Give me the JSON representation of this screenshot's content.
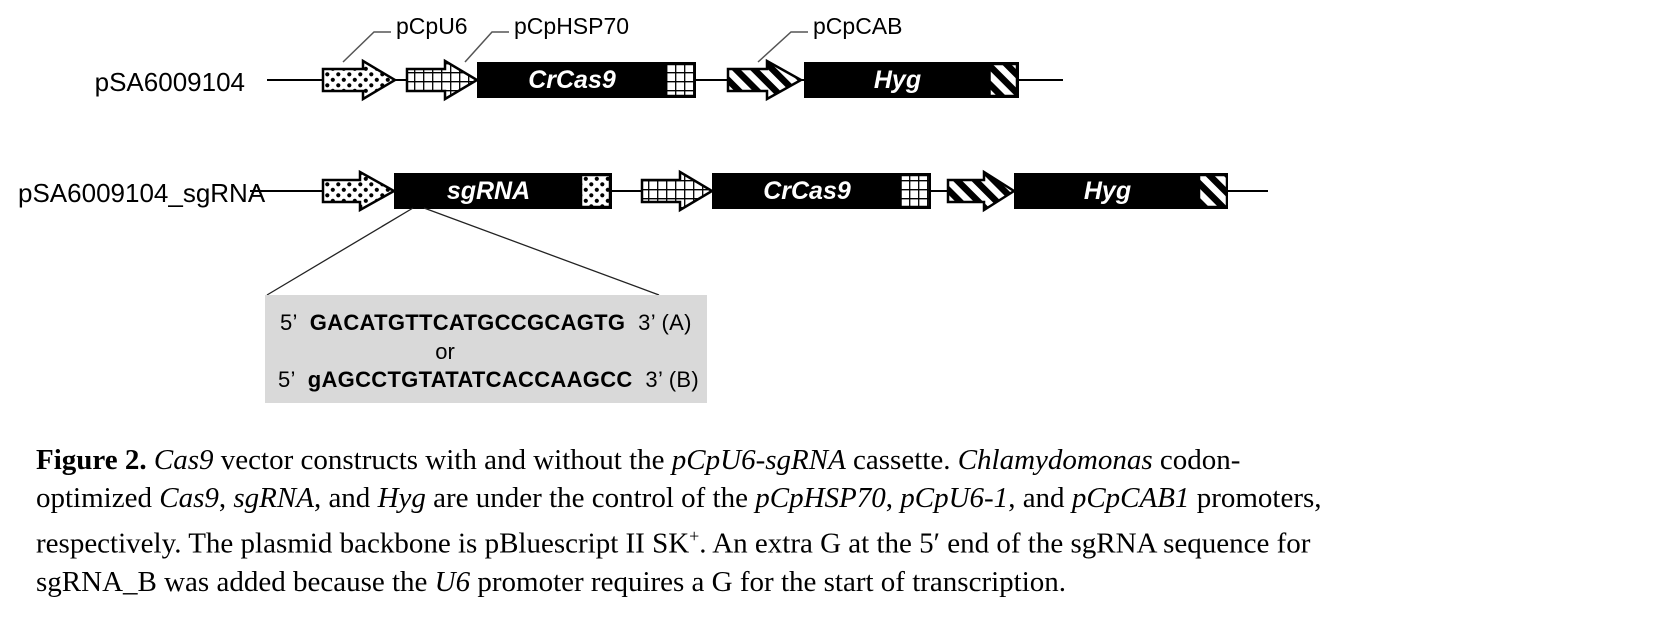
{
  "diagram": {
    "promoter_labels": {
      "u6": "pCpU6",
      "hsp70": "pCpHSP70",
      "cab": "pCpCAB"
    },
    "rows": [
      {
        "name": "pSA6009104",
        "genes": {
          "crcas9": "CrCas9",
          "hyg": "Hyg"
        }
      },
      {
        "name": "pSA6009104_sgRNA",
        "genes": {
          "sgrna": "sgRNA",
          "crcas9": "CrCas9",
          "hyg": "Hyg"
        }
      }
    ],
    "icons": {
      "dotted_arrow": "polka-dot block arrow (pCpU6 promoter)",
      "grid_arrow": "crosshatch block arrow (pCpHSP70 promoter)",
      "striped_arrow": "diagonal-stripe block arrow (pCpCAB promoter)"
    },
    "callout": {
      "line_a": [
        {
          "t": "5’  "
        },
        {
          "t": "GACATGTTCATGCCGCAGTG",
          "b": true
        },
        {
          "t": "  3’ (A)"
        }
      ],
      "or_label": "or",
      "line_b": [
        {
          "t": "5’  "
        },
        {
          "t": "gAGCCTGTATATCACCAAGCC",
          "b": true
        },
        {
          "t": "  3’ (B)"
        }
      ]
    }
  },
  "caption": {
    "lines": [
      [
        {
          "t": "Figure 2.",
          "b": true
        },
        {
          "t": "   "
        },
        {
          "t": "Cas9",
          "i": true
        },
        {
          "t": " vector constructs with and without the "
        },
        {
          "t": "pCpU6-sgRNA",
          "i": true
        },
        {
          "t": " cassette. "
        },
        {
          "t": "Chlamydomonas",
          "i": true
        },
        {
          "t": " codon-"
        }
      ],
      [
        {
          "t": "optimized "
        },
        {
          "t": "Cas9",
          "i": true
        },
        {
          "t": ", "
        },
        {
          "t": "sgRNA",
          "i": true
        },
        {
          "t": ", and "
        },
        {
          "t": "Hyg",
          "i": true
        },
        {
          "t": " are under the control of the "
        },
        {
          "t": "pCpHSP70",
          "i": true
        },
        {
          "t": ", "
        },
        {
          "t": "pCpU6-1",
          "i": true
        },
        {
          "t": ", and "
        },
        {
          "t": "pCpCAB1",
          "i": true
        },
        {
          "t": " promoters,"
        }
      ],
      [
        {
          "t": "respectively. The plasmid backbone is pBluescript II SK"
        },
        {
          "t": "+",
          "sup": true
        },
        {
          "t": ". An extra G at the 5"
        },
        {
          "t": "′"
        },
        {
          "t": " end of the sgRNA sequence for"
        }
      ],
      [
        {
          "t": "sgRNA_B was added because the "
        },
        {
          "t": "U6",
          "i": true
        },
        {
          "t": " promoter requires a G for the start of transcription."
        }
      ]
    ]
  },
  "colors": {
    "ink": "#000000",
    "gene_text": "#ffffff",
    "callout_bg": "#d9d9d9",
    "leader_line": "#555555"
  }
}
